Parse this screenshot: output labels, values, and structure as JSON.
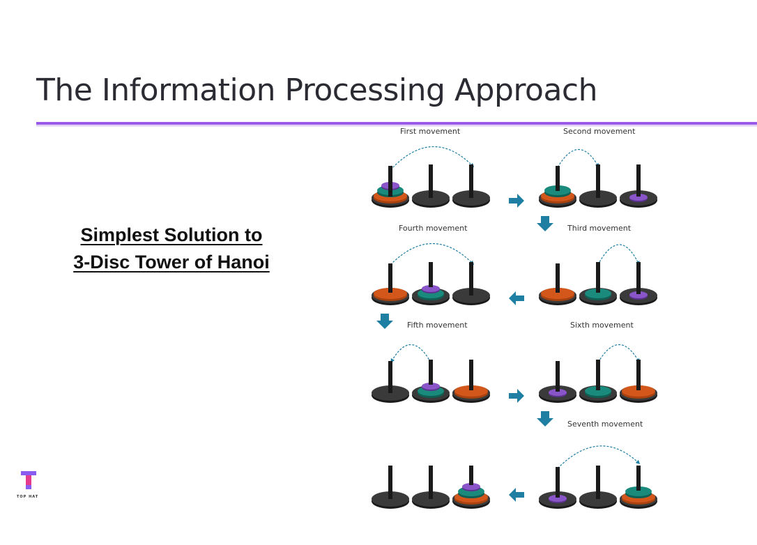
{
  "slide": {
    "title": "The Information Processing Approach",
    "subtitle_line1": "Simplest Solution  to",
    "subtitle_line2": "3-Disc Tower of Hanoi"
  },
  "diagram": {
    "steps": [
      {
        "label": "First movement"
      },
      {
        "label": "Second movement"
      },
      {
        "label": "Third movement"
      },
      {
        "label": "Fourth movement"
      },
      {
        "label": "Fifth movement"
      },
      {
        "label": "Sixth movement"
      },
      {
        "label": "Seventh movement"
      }
    ],
    "colors": {
      "large_disc": "#d3561b",
      "medium_disc": "#1a8a7c",
      "small_disc": "#8a55c8",
      "base": "#3a3a3a",
      "peg": "#1a1a1a",
      "arrow": "#1e7fa3"
    }
  },
  "logo": {
    "text": "TOP HAT",
    "colors": {
      "top": "#8a5cf0",
      "stem": "#e43b8f"
    }
  }
}
